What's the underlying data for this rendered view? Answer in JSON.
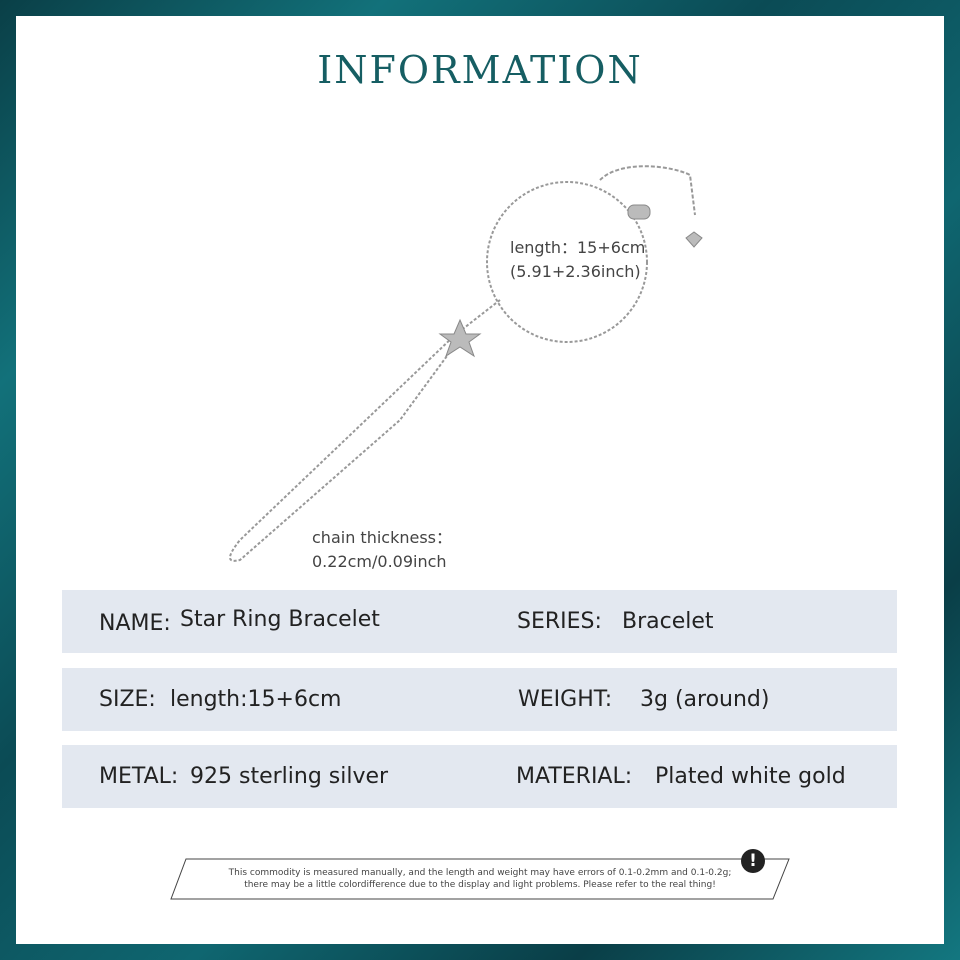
{
  "title": "INFORMATION",
  "annotations": {
    "length_line1": "length：15+6cm",
    "length_line2": "(5.91+2.36inch)",
    "chain_line1": "chain thickness：",
    "chain_line2": "0.22cm/0.09inch"
  },
  "rows": [
    {
      "left_label": "NAME:",
      "left_value": "Star Ring Bracelet",
      "right_label": "SERIES:",
      "right_value": "Bracelet"
    },
    {
      "left_label": "SIZE:",
      "left_value": "length:15+6cm",
      "right_label": "WEIGHT:",
      "right_value": "3g (around)"
    },
    {
      "left_label": "METAL:",
      "left_value": "925 sterling silver",
      "right_label": "MATERIAL:",
      "right_value": "Plated white gold"
    }
  ],
  "disclaimer": {
    "line1": "This commodity is measured manually, and the length and weight may have errors of 0.1-0.2mm and 0.1-0.2g;",
    "line2": "there may be a little colordifference due to the display and light problems. Please refer to the real thing!",
    "icon": "exclamation-icon"
  },
  "colors": {
    "title": "#165e63",
    "row_bg": "#e3e8f0",
    "frame": "#0f5f68"
  }
}
